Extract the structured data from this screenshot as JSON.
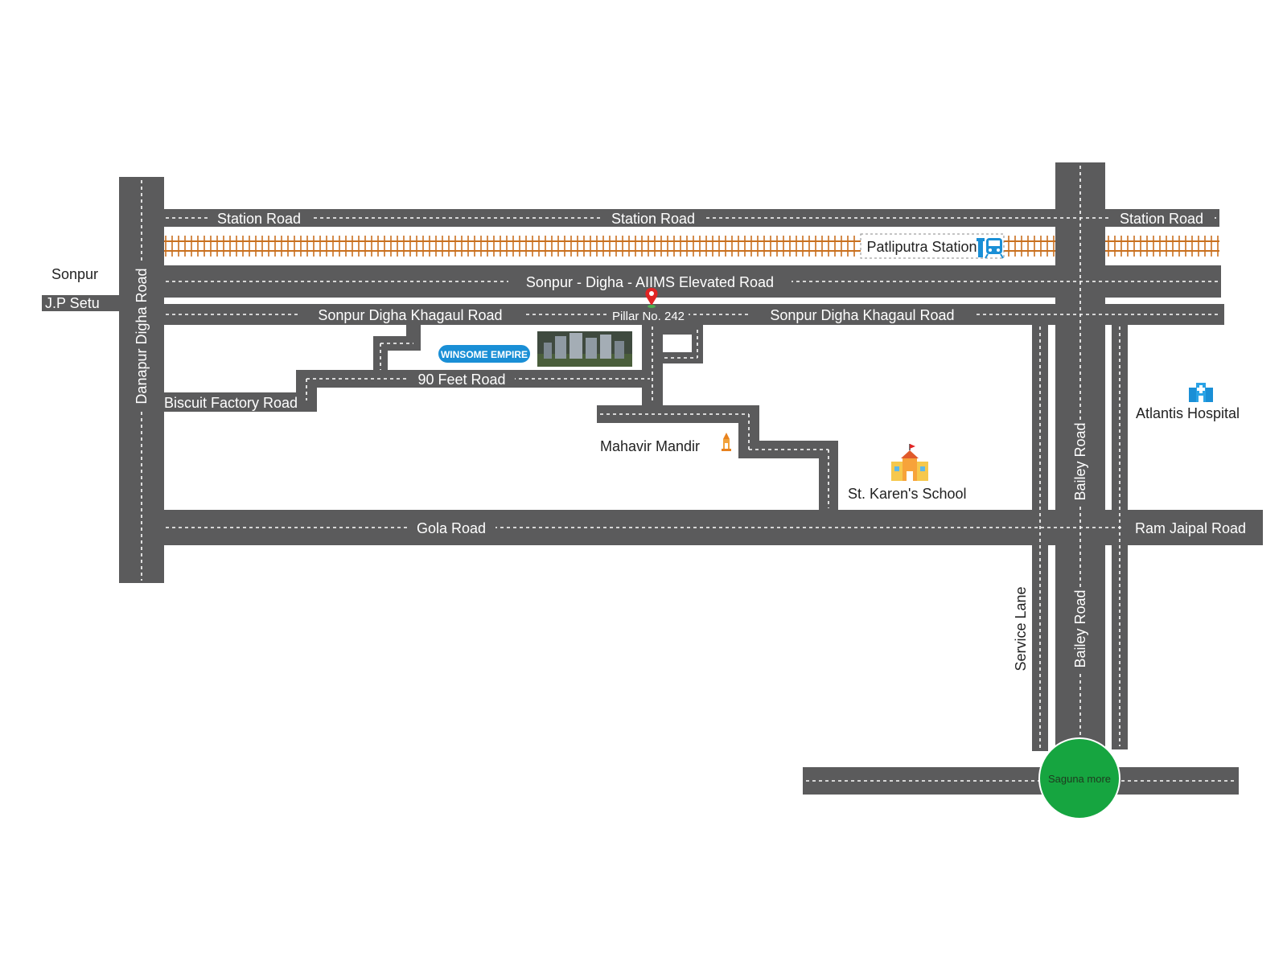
{
  "map": {
    "roads": {
      "station_road": "Station Road",
      "elevated_road": "Sonpur - Digha - AIIMS Elevated Road",
      "khagaul_road": "Sonpur Digha Khagaul Road",
      "pillar": "Pillar No. 242",
      "feet_road": "90 Feet Road",
      "biscuit_road": "Biscuit Factory Road",
      "danapur_road": "Danapur Digha Road",
      "gola_road": "Gola Road",
      "ram_jaipal_road": "Ram Jaipal Road",
      "bailey_road": "Bailey Road",
      "service_lane": "Service Lane",
      "jp_setu": "J.P Setu"
    },
    "places": {
      "sonpur": "Sonpur",
      "station": "Patliputra Station",
      "project": "WINSOME EMPIRE",
      "mahavir": "Mahavir Mandir",
      "school": "St. Karen's School",
      "hospital": "Atlantis Hospital",
      "saguna": "Saguna more"
    },
    "colors": {
      "road": "#5b5b5c",
      "rail": "#c9701f",
      "saguna": "#16a540",
      "project_badge": "#1a8fd6",
      "pin": "#e02424"
    },
    "icons": [
      "train-icon",
      "location-pin-icon",
      "temple-icon",
      "school-icon",
      "hospital-icon",
      "project-building-image"
    ]
  }
}
